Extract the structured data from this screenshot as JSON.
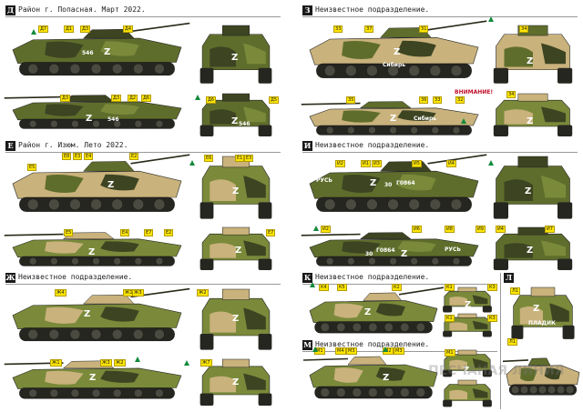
{
  "sections": [
    {
      "letter": "Д",
      "title": "Район  г. Попасная. Март 2022."
    },
    {
      "letter": "З",
      "title": "Неизвестное подразделение."
    },
    {
      "letter": "Е",
      "title": "Район  г. Изюм. Лето 2022."
    },
    {
      "letter": "И",
      "title": "Неизвестное подразделение."
    },
    {
      "letter": "Ж",
      "title": "Неизвестное подразделение."
    },
    {
      "letter": "К",
      "title": "Неизвестное подразделение."
    },
    {
      "letter": "М",
      "title": "Неизвестное подразделение."
    },
    {
      "letter": "Л",
      "title": ""
    }
  ],
  "markings": {
    "z": "Z",
    "n546": "546",
    "rus": "РУСЬ",
    "vnimanie": "ВНИМАНИЕ!",
    "sibir": "Сибирь",
    "code": "Г0864",
    "n30": "30",
    "pladik": "ПЛАДИК"
  },
  "tags": {
    "d": [
      "Д7",
      "Д1",
      "Д3",
      "Д4",
      "Д3",
      "Д3",
      "Д2",
      "Д6",
      "Д6",
      "Д5"
    ],
    "z": [
      "З3",
      "З7",
      "З1",
      "З4",
      "З5",
      "З6",
      "З3",
      "З2",
      "З4"
    ],
    "e": [
      "Е5",
      "Е8",
      "Е3",
      "Е4",
      "Е2",
      "Е6",
      "Е1",
      "Е3",
      "Е5",
      "Е4",
      "Е7",
      "Е2",
      "Е7"
    ],
    "i": [
      "И2",
      "И1",
      "И3",
      "И5",
      "И4",
      "И2",
      "И6",
      "И8",
      "И9",
      "И4",
      "И7"
    ],
    "zh": [
      "Ж4",
      "Ж1",
      "Ж3",
      "Ж2",
      "Ж1",
      "Ж3",
      "Ж2",
      "Ж7"
    ],
    "k": [
      "К4",
      "К5",
      "К2",
      "К1",
      "К3",
      "К1",
      "К3"
    ],
    "m": [
      "М1",
      "М4",
      "М3",
      "М2",
      "М3",
      "М1"
    ],
    "l": [
      "Л1",
      "Л1"
    ]
  },
  "watermark": "ПЕСЧАНАЯ ЛИНИЯ",
  "colors": {
    "olive": "#5f6d2c",
    "sand": "#c9b27c",
    "dark": "#3d4422",
    "green": "#7a8a3a",
    "yellow": "#ffe600",
    "marker": "#138a3c"
  }
}
